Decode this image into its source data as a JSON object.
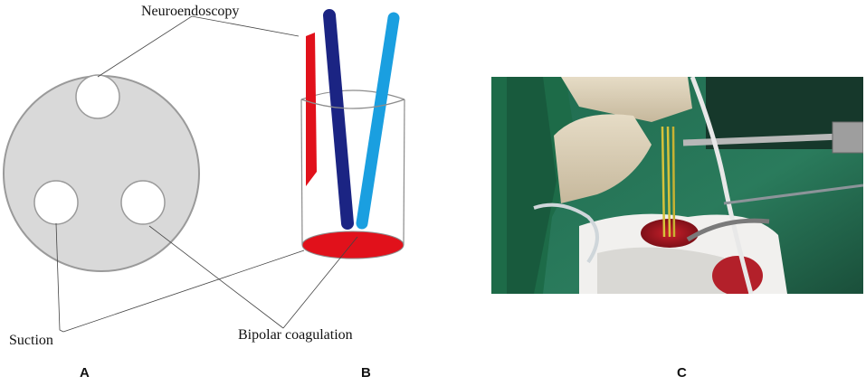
{
  "labels": {
    "neuroendoscopy": "Neuroendoscopy",
    "suction": "Suction",
    "bipolar": "Bipolar coagulation"
  },
  "panels": {
    "a": "A",
    "b": "B",
    "c": "C"
  },
  "colors": {
    "disc_fill": "#d9d9d9",
    "disc_stroke": "#9a9a9a",
    "red_channel": "#e1111b",
    "endoscope": "#1b2483",
    "suction_tube": "#1a9fe0",
    "cup_stroke": "#8c8c8c"
  }
}
